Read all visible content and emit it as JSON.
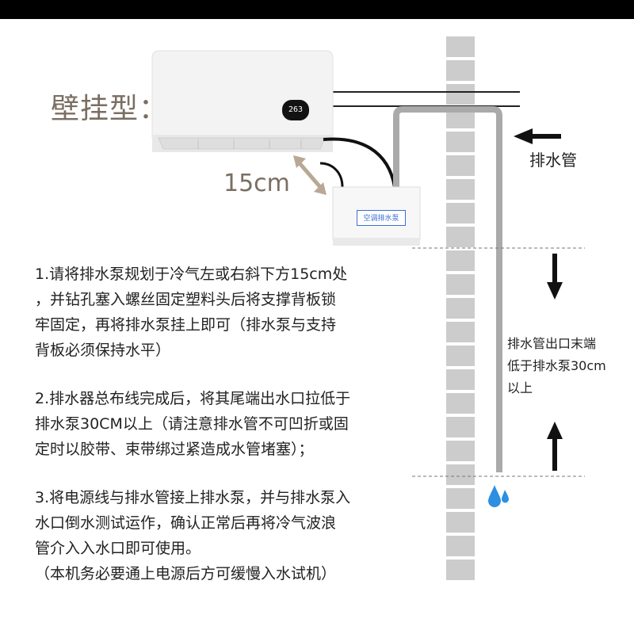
{
  "labels": {
    "wall_type": "壁挂型：",
    "distance": "15cm",
    "drain_pipe": "排水管",
    "pump_label": "空调排水泵",
    "ac_display": "263"
  },
  "side_note": {
    "lines": [
      "排水管出口末端",
      "低于排水泵30cm",
      "以上"
    ]
  },
  "instructions": [
    {
      "lines": [
        "1.请将排水泵规划于冷气左或右斜下方15cm处",
        "，并钻孔塞入螺丝固定塑料头后将支撑背板锁",
        "牢固定，再将排水泵挂上即可（排水泵与支持",
        "背板必须保持水平）"
      ]
    },
    {
      "lines": [
        "2.排水器总布线完成后，将其尾端出水口拉低于",
        "排水泵30CM以上（请注意排水管不可凹折或固",
        "定时以胶带、束带绑过紧造成水管堵塞）；"
      ]
    },
    {
      "lines": [
        "3.将电源线与排水管接上排水泵，并与排水泵入",
        "水口倒水测试运作，确认正常后再将冷气波浪",
        "管介入入水口即可使用。",
        "（本机务必要通上电源后方可缓慢入水试机）"
      ]
    }
  ],
  "colors": {
    "brick": "#cccccc",
    "pipe": "#aaaaaa",
    "water": "#2d8fe0",
    "pump_label": "#3b6fd1"
  }
}
